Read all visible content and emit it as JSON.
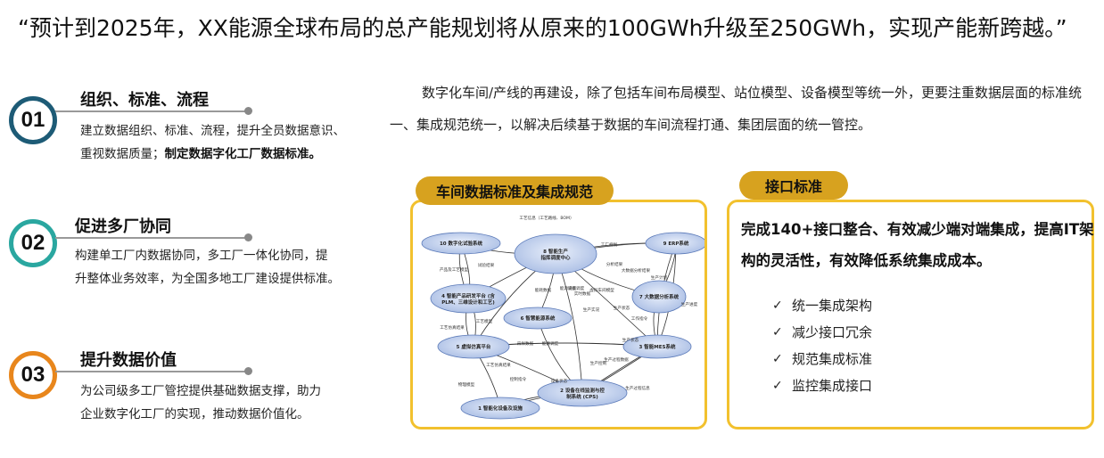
{
  "title": "“预计到2025年，XX能源全球布局的总产能规划将从原来的100GWh升级至250GWh，实现产能新跨越。”",
  "items": [
    {
      "num": "01",
      "heading": "组织、标准、流程",
      "line1": "建立数据组织、标准、流程，提升全员数据意识、",
      "line2_plain": "重视数据质量；",
      "line2_bold": "制定数据字化工厂数据标准。",
      "color": "#1d5b76"
    },
    {
      "num": "02",
      "heading": "促进多厂协同",
      "line1": "构建单工厂内数据协同，多工厂一体化协同，提",
      "line2_plain": "升整体业务效率，为全国多地工厂建设提供标准。",
      "line2_bold": "",
      "color": "#2aa7a0"
    },
    {
      "num": "03",
      "heading": "提升数据价值",
      "line1": "为公司级多工厂管控提供基础数据支撑，助力",
      "line2_plain": "企业数字化工厂的实现，推动数据价值化。",
      "line2_bold": "",
      "color": "#e8861c"
    }
  ],
  "intro": "数字化车间/产线的再建设，除了包括车间布局模型、站位模型、设备模型等统一外，更要注重数据层面的标准统一、集成规范统一，以解决后续基于数据的车间流程打通、集团层面的统一管控。",
  "left_tag": "车间数据标准及集成规范",
  "right_tag": "接口标准",
  "iface_text": "完成140+接口整合、有效减少端对端集成，提高IT架构的灵活性，有效降低系统集成成本。",
  "checks": [
    "统一集成架构",
    "减少接口冗余",
    "规范集成标准",
    "监控集成接口"
  ],
  "check_mark": "✓",
  "diagram": {
    "nodes": [
      {
        "id": "n10",
        "label": "10 数字化试验系统"
      },
      {
        "id": "n8",
        "label": "8 智能生产指挥调度中心"
      },
      {
        "id": "n9",
        "label": "9 ERP系统"
      },
      {
        "id": "n4",
        "label": "4 智能产品研发平台 (含PLM、三维设计和工艺)"
      },
      {
        "id": "n7",
        "label": "7 大数据分析系统"
      },
      {
        "id": "n6",
        "label": "6 智慧能源系统"
      },
      {
        "id": "n5",
        "label": "5 虚拟仿真平台"
      },
      {
        "id": "n3",
        "label": "3 智能MES系统"
      },
      {
        "id": "n2",
        "label": "2 设备在线监测与控制系统 (CPS)"
      },
      {
        "id": "n1",
        "label": "1 智能化设备及设施"
      }
    ],
    "edge_labels": [
      "工艺信息（工艺路线、BOM）",
      "工厂规划",
      "产品及工艺模型",
      "试验结果",
      "分析结果",
      "大数据分析结果",
      "生产计划",
      "生产进度",
      "虚拟车间模型",
      "工艺仿真结果",
      "工艺模型",
      "能耗数据",
      "能源调度",
      "设备调度",
      "实时数据",
      "生产状态",
      "生产实况",
      "能源调度",
      "工作指令",
      "生产状态",
      "物理模型",
      "工艺仿真结果",
      "控制指令",
      "设备状态",
      "生产控制",
      "生产过程数据",
      "采样数据",
      "生产过程信息"
    ]
  }
}
